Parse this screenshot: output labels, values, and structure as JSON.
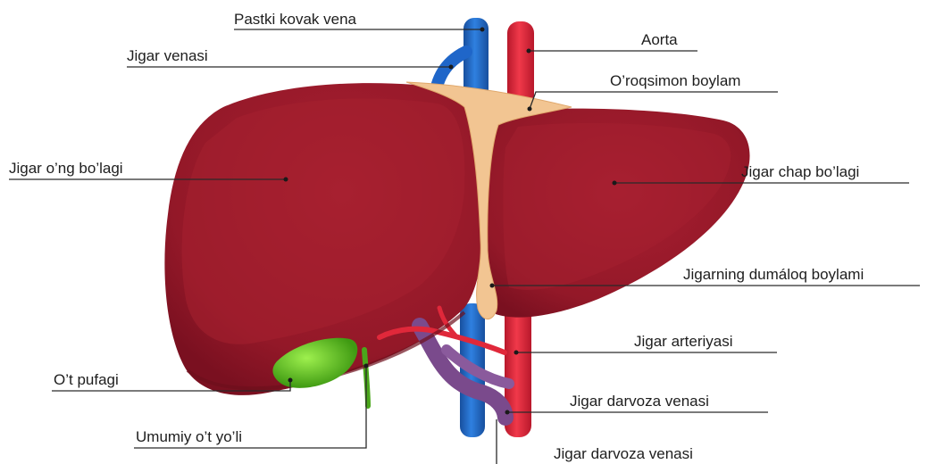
{
  "labels": {
    "ivc": "Pastki kovak vena",
    "hepatic_vein": "Jigar venasi",
    "aorta": "Aorta",
    "falciform": "O’roqsimon boylam",
    "right_lobe": "Jigar o’ng bo’lagi",
    "left_lobe": "Jigar chap bo’lagi",
    "round_ligament": "Jigarning dumáloq boylami",
    "hepatic_artery": "Jigar arteriyasi",
    "gallbladder": "O’t pufagi",
    "portal_vein_1": "Jigar darvoza venasi",
    "common_bile_duct": "Umumiy o’t yo’li",
    "portal_vein_2": "Jigar darvoza venasi"
  },
  "colors": {
    "liver": "#9b1b2b",
    "liver_dark": "#6e0f1c",
    "ligament": "#f2c592",
    "vein_blue": "#1f66c9",
    "artery_red": "#e0283a",
    "portal_purple": "#7a4a8c",
    "gallbladder": "#5cc21f"
  }
}
